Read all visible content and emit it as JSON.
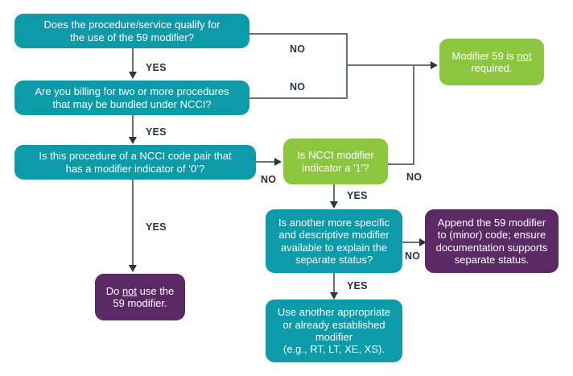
{
  "diagram": {
    "title": "NCCI / Modifier 59 decision flowchart",
    "colors": {
      "teal": "#0D9AA9",
      "green": "#8CC63F",
      "purple": "#5B2A64",
      "connector": "#69707D",
      "arrow": "#243746",
      "label_text": "#243746",
      "node_text": "#FFFFFF",
      "background": "#FFFFFF"
    },
    "nodes": [
      {
        "id": "q1",
        "type": "decision",
        "color": "teal",
        "text": "Does the procedure/service qualify for\nthe use of the 59 modifier?"
      },
      {
        "id": "q2",
        "type": "decision",
        "color": "teal",
        "text": "Are you billing for two or more procedures\nthat may be bundled under NCCI?"
      },
      {
        "id": "q3",
        "type": "decision",
        "color": "teal",
        "text": "Is this procedure of a NCCI code pair that\nhas a modifier indicator of ‘0’?"
      },
      {
        "id": "q4",
        "type": "decision",
        "color": "green",
        "text": "Is NCCI modifier\nindicator a '1'?"
      },
      {
        "id": "q5",
        "type": "decision",
        "color": "teal",
        "text": "Is another more specific\nand descriptive modifier\navailable to explain the\nseparate status?"
      },
      {
        "id": "r_not_required",
        "type": "outcome",
        "color": "green",
        "text_prefix": "Modifier 59 is ",
        "text_underlined": "not",
        "text_suffix": "\nrequired."
      },
      {
        "id": "r_do_not_use",
        "type": "outcome",
        "color": "purple",
        "text_prefix": "Do ",
        "text_underlined": "not",
        "text_suffix": " use the\n59 modifier."
      },
      {
        "id": "r_append",
        "type": "outcome",
        "color": "purple",
        "text": "Append the 59 modifier\nto (minor) code; ensure\ndocumentation supports\nseparate status."
      },
      {
        "id": "r_use_another",
        "type": "outcome",
        "color": "teal",
        "text": "Use another appropriate\nor already established\nmodifier\n(e.g., RT, LT, XE, XS)."
      }
    ],
    "edge_labels": {
      "q1_yes": "YES",
      "q1_no": "NO",
      "q2_yes": "YES",
      "q2_no": "NO",
      "q3_yes": "YES",
      "q3_no": "NO",
      "q4_yes": "YES",
      "q4_no": "NO",
      "q5_yes": "YES",
      "q5_no": "NO"
    },
    "edges": [
      {
        "from": "q1",
        "to": "q2",
        "label": "YES"
      },
      {
        "from": "q1",
        "to": "r_not_required",
        "label": "NO"
      },
      {
        "from": "q2",
        "to": "q3",
        "label": "YES"
      },
      {
        "from": "q2",
        "to": "r_not_required",
        "label": "NO"
      },
      {
        "from": "q3",
        "to": "r_do_not_use",
        "label": "YES"
      },
      {
        "from": "q3",
        "to": "q4",
        "label": "NO"
      },
      {
        "from": "q4",
        "to": "q5",
        "label": "YES"
      },
      {
        "from": "q4",
        "to": "r_not_required",
        "label": "NO"
      },
      {
        "from": "q5",
        "to": "r_use_another",
        "label": "YES"
      },
      {
        "from": "q5",
        "to": "r_append",
        "label": "NO"
      }
    ]
  }
}
